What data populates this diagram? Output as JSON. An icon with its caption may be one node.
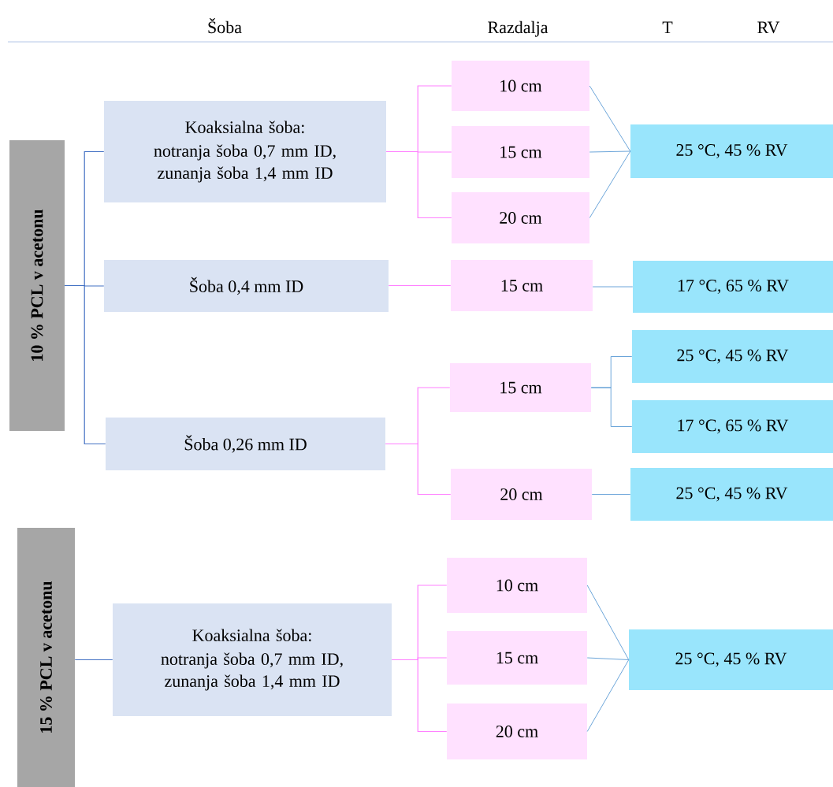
{
  "diagram": {
    "nodes": [
      {
        "text": [
          "10 % PCL v acetonu"
        ]
      },
      {
        "text": [
          "Koaksialna šoba:",
          "notranja šoba 0,7 mm ID, zunanja šoba 1,4 mm ID"
        ]
      },
      {
        "text": [
          "Šoba 0,4 mm ID"
        ]
      },
      {
        "text": [
          "Šoba 0,26 mm ID"
        ]
      },
      {
        "text": [
          "10 cm"
        ]
      },
      {
        "text": [
          "15 cm"
        ]
      },
      {
        "text": [
          "20 cm"
        ]
      },
      {
        "text": [
          "15 cm"
        ]
      },
      {
        "text": [
          "15 cm"
        ]
      },
      {
        "text": [
          "20 cm"
        ]
      },
      {
        "text": [
          "25 °C, 45 % RV"
        ]
      },
      {
        "text": [
          "17 °C, 65 % RV"
        ]
      },
      {
        "text": [
          "25 °C, 45 % RV"
        ]
      },
      {
        "text": [
          "17 °C, 65 % RV"
        ]
      },
      {
        "text": [
          "25 °C, 45 % RV"
        ]
      },
      {
        "text": [
          "15 % PCL v acetonu"
        ]
      },
      {
        "text": [
          "Koaksialna šoba:",
          "notranja šoba 0,7 mm ID, zunanja šoba 1,4 mm ID"
        ]
      },
      {
        "text": [
          "10 cm"
        ]
      },
      {
        "text": [
          "15 cm"
        ]
      },
      {
        "text": [
          "20 cm"
        ]
      },
      {
        "text": [
          "25 °C, 45 % RV"
        ]
      }
    ],
    "edges": [
      {
        "from": 0,
        "to": 1,
        "arrow": "none",
        "color": "#4472c4"
      },
      {
        "from": 0,
        "to": 2,
        "arrow": "none",
        "color": "#4472c4"
      },
      {
        "from": 0,
        "to": 3,
        "arrow": "none",
        "color": "#4472c4"
      },
      {
        "from": 1,
        "to": 4,
        "arrow": "none",
        "color": "#ff80ff"
      },
      {
        "from": 1,
        "to": 5,
        "arrow": "none",
        "color": "#ff80ff"
      },
      {
        "from": 1,
        "to": 6,
        "arrow": "none",
        "color": "#ff80ff"
      },
      {
        "from": 2,
        "to": 7,
        "arrow": "none",
        "color": "#ff80ff"
      },
      {
        "from": 3,
        "to": 8,
        "arrow": "none",
        "color": "#ff80ff"
      },
      {
        "from": 3,
        "to": 9,
        "arrow": "none",
        "color": "#ff80ff"
      },
      {
        "from": 4,
        "to": 10,
        "arrow": "none"
      },
      {
        "from": 5,
        "to": 10,
        "arrow": "none"
      },
      {
        "from": 6,
        "to": 10,
        "arrow": "none"
      },
      {
        "from": 7,
        "to": 11,
        "arrow": "none"
      },
      {
        "from": 8,
        "to": 12,
        "arrow": "none"
      },
      {
        "from": 8,
        "to": 13,
        "arrow": "none"
      },
      {
        "from": 9,
        "to": 14,
        "arrow": "none"
      },
      {
        "from": 15,
        "to": 16,
        "arrow": "none",
        "color": "#4472c4"
      },
      {
        "from": 16,
        "to": 17,
        "arrow": "none",
        "color": "#ff80ff"
      },
      {
        "from": 16,
        "to": 18,
        "arrow": "none",
        "color": "#ff80ff"
      },
      {
        "from": 16,
        "to": 19,
        "arrow": "none",
        "color": "#ff80ff"
      },
      {
        "from": 17,
        "to": 20,
        "arrow": "none"
      },
      {
        "from": 18,
        "to": 20,
        "arrow": "none"
      },
      {
        "from": 19,
        "to": 20,
        "arrow": "none"
      }
    ],
    "labels": [
      "Šoba",
      "Razdalja",
      "T",
      "RV"
    ]
  }
}
